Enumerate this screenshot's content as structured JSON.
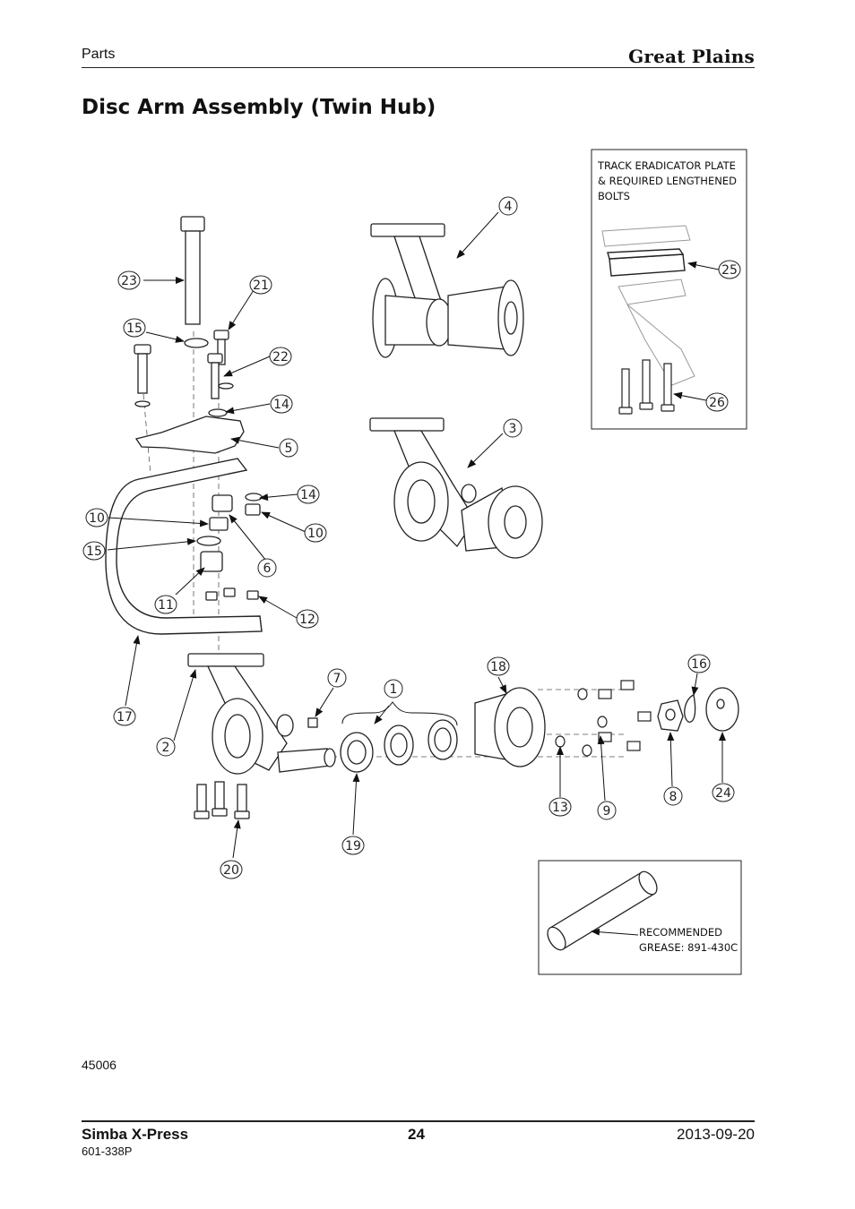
{
  "header": {
    "section": "Parts",
    "brand": "Great Plains"
  },
  "title": "Disc Arm Assembly (Twin Hub)",
  "insets": {
    "track_eradicator": [
      "TRACK ERADICATOR PLATE",
      "& REQUIRED LENGTHENED",
      "BOLTS"
    ],
    "grease": [
      "RECOMMENDED",
      "GREASE: 891-430C"
    ]
  },
  "callouts": {
    "c1": "1",
    "c2": "2",
    "c3": "3",
    "c4": "4",
    "c5": "5",
    "c6": "6",
    "c7": "7",
    "c8": "8",
    "c9": "9",
    "c10a": "10",
    "c10b": "10",
    "c11": "11",
    "c12": "12",
    "c13": "13",
    "c14a": "14",
    "c14b": "14",
    "c15a": "15",
    "c15b": "15",
    "c16": "16",
    "c17": "17",
    "c18": "18",
    "c19": "19",
    "c20": "20",
    "c21": "21",
    "c22": "22",
    "c23": "23",
    "c24": "24",
    "c25": "25",
    "c26": "26"
  },
  "figure_number": "45006",
  "footer": {
    "product": "Simba X-Press",
    "page": "24",
    "date": "2013-09-20",
    "doc_number": "601-338P"
  }
}
